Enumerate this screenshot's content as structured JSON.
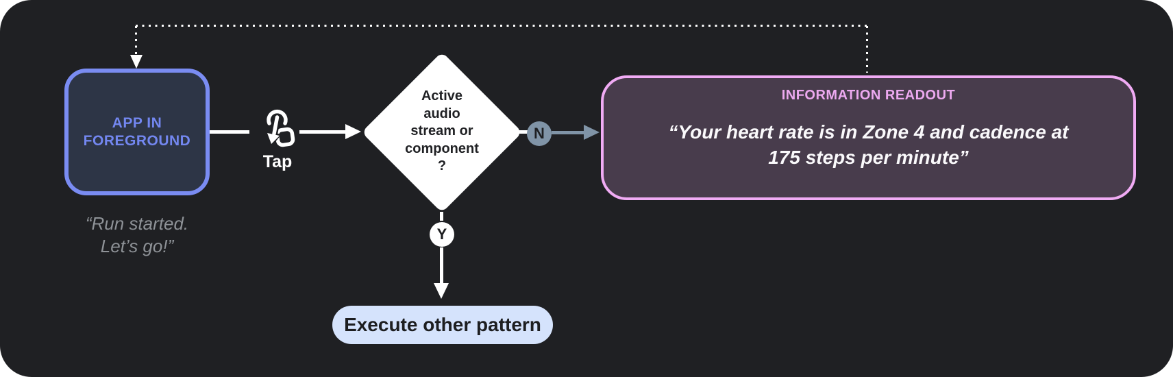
{
  "colors": {
    "canvas_bg": "#1f2023",
    "accent_blue": "#7a8cf2",
    "blue_fill": "#2d3546",
    "blue_text": "#7387f0",
    "muted_text": "#8e9297",
    "ink": "#202124",
    "slate": "#8094a7",
    "slate_ink": "#1e2023",
    "accent_pink": "#f0abf4",
    "pink_fill": "#483c4c",
    "pink_text": "#eda9f0",
    "pill_bg": "#d5e3fc"
  },
  "nodes": {
    "app_state": {
      "label": "APP IN FOREGROUND",
      "caption": "“Run started.\nLet’s go!”"
    },
    "gesture": {
      "label": "Tap"
    },
    "decision": {
      "label": "Active\naudio\nstream or\ncomponent\n?"
    },
    "branch_no": {
      "label": "N"
    },
    "branch_yes": {
      "label": "Y"
    },
    "readout": {
      "title": "INFORMATION READOUT",
      "body": "“Your heart rate is in Zone 4 and cadence at\n175 steps per minute”"
    },
    "other_pattern": {
      "label": "Execute other pattern"
    }
  }
}
